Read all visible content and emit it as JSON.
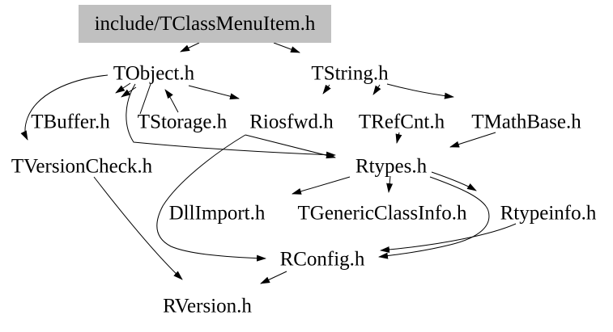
{
  "diagram": {
    "kind": "include-dependency-graph",
    "background_color": "#ffffff",
    "root": {
      "label": "include/TClassMenuItem.h",
      "fill": "#c0c0c0"
    },
    "nodes": {
      "tobject": {
        "label": "TObject.h"
      },
      "tstring": {
        "label": "TString.h"
      },
      "tbuffer": {
        "label": "TBuffer.h"
      },
      "tstorage": {
        "label": "TStorage.h"
      },
      "riosfwd": {
        "label": "Riosfwd.h"
      },
      "trefcnt": {
        "label": "TRefCnt.h"
      },
      "tmathbase": {
        "label": "TMathBase.h"
      },
      "tversioncheck": {
        "label": "TVersionCheck.h"
      },
      "rtypes": {
        "label": "Rtypes.h"
      },
      "dllimport": {
        "label": "DllImport.h"
      },
      "tgenericclassinfo": {
        "label": "TGenericClassInfo.h"
      },
      "rtypeinfo": {
        "label": "Rtypeinfo.h"
      },
      "rconfig": {
        "label": "RConfig.h"
      },
      "rversion": {
        "label": "RVersion.h"
      }
    },
    "edges": [
      {
        "from": "include/TClassMenuItem.h",
        "to": "TObject.h"
      },
      {
        "from": "include/TClassMenuItem.h",
        "to": "TString.h"
      },
      {
        "from": "TObject.h",
        "to": "TBuffer.h"
      },
      {
        "from": "TObject.h",
        "to": "TStorage.h"
      },
      {
        "from": "TStorage.h",
        "to": "TObject.h"
      },
      {
        "from": "TObject.h",
        "to": "Riosfwd.h"
      },
      {
        "from": "TObject.h",
        "to": "TVersionCheck.h"
      },
      {
        "from": "TObject.h",
        "to": "Rtypes.h"
      },
      {
        "from": "TString.h",
        "to": "Riosfwd.h"
      },
      {
        "from": "TString.h",
        "to": "TRefCnt.h"
      },
      {
        "from": "TString.h",
        "to": "TMathBase.h"
      },
      {
        "from": "TRefCnt.h",
        "to": "Rtypes.h"
      },
      {
        "from": "TMathBase.h",
        "to": "Rtypes.h"
      },
      {
        "from": "Riosfwd.h",
        "to": "Rtypes.h"
      },
      {
        "from": "Riosfwd.h",
        "to": "RConfig.h"
      },
      {
        "from": "Rtypes.h",
        "to": "DllImport.h"
      },
      {
        "from": "Rtypes.h",
        "to": "TGenericClassInfo.h"
      },
      {
        "from": "Rtypes.h",
        "to": "Rtypeinfo.h"
      },
      {
        "from": "Rtypes.h",
        "to": "RConfig.h"
      },
      {
        "from": "Rtypeinfo.h",
        "to": "RConfig.h"
      },
      {
        "from": "RConfig.h",
        "to": "RVersion.h"
      },
      {
        "from": "TVersionCheck.h",
        "to": "RVersion.h"
      }
    ]
  }
}
